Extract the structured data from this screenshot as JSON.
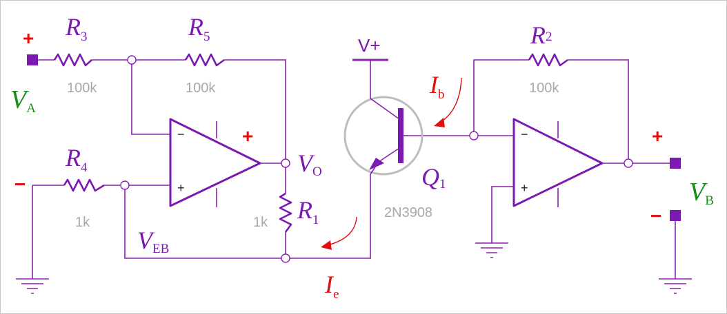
{
  "resistors": [
    {
      "id": "R3",
      "letter": "R",
      "sub": "3",
      "value": "100k"
    },
    {
      "id": "R5",
      "letter": "R",
      "sub": "5",
      "value": "100k"
    },
    {
      "id": "R4",
      "letter": "R",
      "sub": "4",
      "value": "1k"
    },
    {
      "id": "R1",
      "letter": "R",
      "sub": "1",
      "value": "1k"
    },
    {
      "id": "R2",
      "letter": "R",
      "sub": "2",
      "value": "100k"
    }
  ],
  "transistor": {
    "letter": "Q",
    "sub": "1",
    "part": "2N3908",
    "supply": "V+"
  },
  "labels": {
    "va": {
      "letter": "V",
      "sub": "A"
    },
    "vb": {
      "letter": "V",
      "sub": "B"
    },
    "vo": {
      "letter": "V",
      "sub": "O"
    },
    "veb": {
      "letter": "V",
      "sub": "EB"
    },
    "ib": {
      "letter": "I",
      "sub": "b"
    },
    "ie": {
      "letter": "I",
      "sub": "e"
    }
  },
  "signs": {
    "plus": "+",
    "minus": "−"
  },
  "colors": {
    "wire": "#8a1fb0",
    "accent": "#e01010",
    "green": "#1a8c1a",
    "value": "#a8a8a8"
  }
}
